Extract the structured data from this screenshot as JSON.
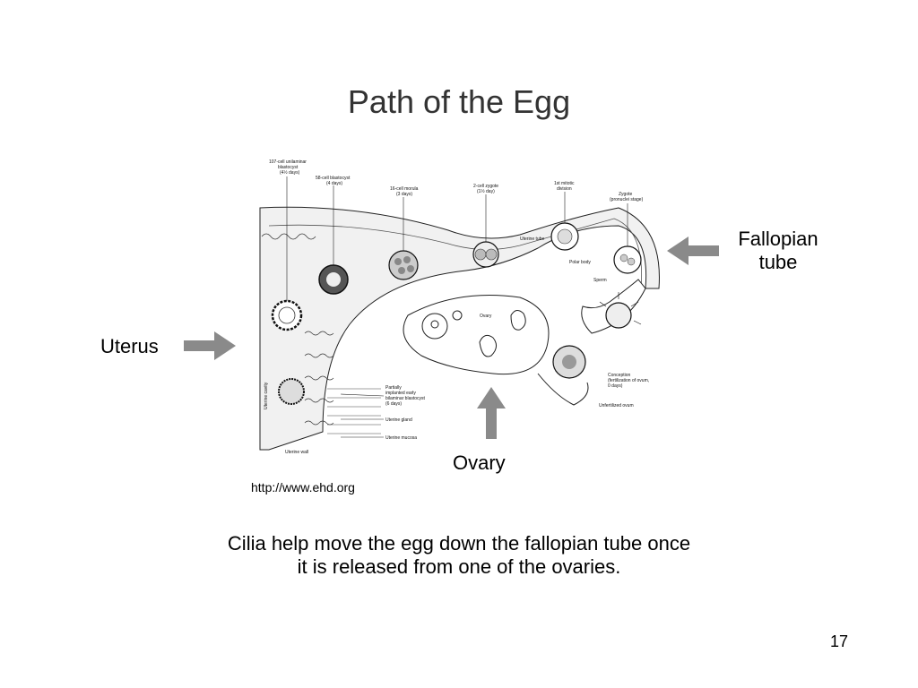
{
  "slide": {
    "title": "Path of the Egg",
    "page_number": "17",
    "source": "http://www.ehd.org",
    "caption_line1": "Cilia help move the egg down the fallopian tube once",
    "caption_line2": "it is released from one of the ovaries."
  },
  "labels": {
    "uterus": "Uterus",
    "fallopian_line1": "Fallopian",
    "fallopian_line2": "tube",
    "ovary": "Ovary"
  },
  "figure": {
    "stage_107_cell": "107-cell unilaminar",
    "stage_107_cell_b": "blastocyst",
    "stage_107_cell_c": "(4½ days)",
    "stage_58_cell": "58-cell blastocyst",
    "stage_58_cell_b": "(4 days)",
    "stage_16_cell": "16-cell morula",
    "stage_16_cell_b": "(3 days)",
    "stage_2_cell": "2-cell zygote",
    "stage_2_cell_b": "(1½ day)",
    "stage_mitotic": "1st mitotic",
    "stage_mitotic_b": "division",
    "stage_zygote": "Zygote",
    "stage_zygote_b": "(pronuclei stage)",
    "uterine_tube": "Uterine tube",
    "polar_body": "Polar body",
    "sperm": "Sperm",
    "ovary_inner": "Ovary",
    "conception": "Conception",
    "conception_b": "(fertilization of ovum,",
    "conception_c": "0 days)",
    "unfertilized": "Unfertilized ovum",
    "partially_implanted": "Partially",
    "partially_implanted_b": "implanted early",
    "partially_implanted_c": "bilaminar blastocyst",
    "partially_implanted_d": "(6 days)",
    "uterine_gland": "Uterine gland",
    "uterine_mucosa": "Uterine mucosa",
    "uterine_wall": "Uterine wall",
    "uterine_cavity": "Uterine cavity"
  },
  "colors": {
    "arrow": "#8a8a8a",
    "title": "#333333"
  }
}
